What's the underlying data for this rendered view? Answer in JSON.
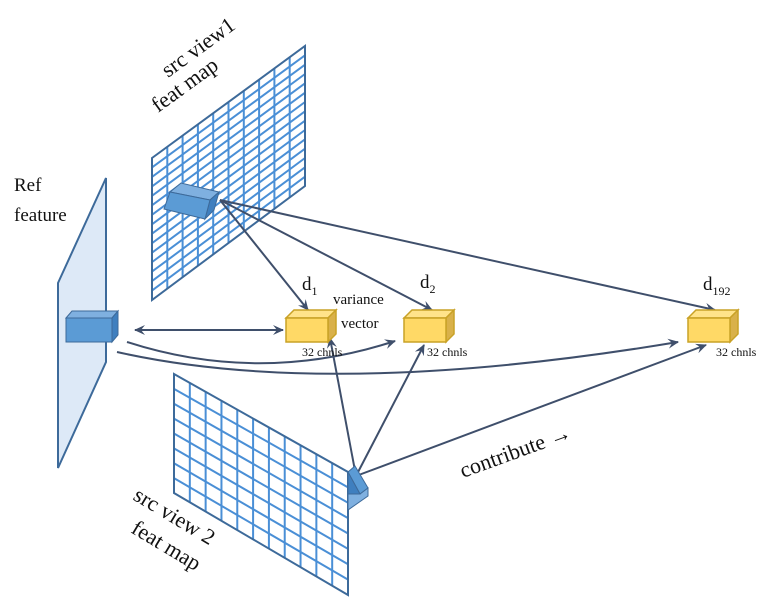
{
  "diagram": {
    "labels": {
      "src_view1_line1": "src view1",
      "src_view1_line2": "feat map",
      "src_view2_line1": "src view 2",
      "src_view2_line2": "feat map",
      "ref_line1": "Ref",
      "ref_line2": "feature",
      "variance_line1": "variance",
      "variance_line2": "vector",
      "contribute": "contribute →"
    },
    "cost_volume_slices": [
      {
        "base": "d",
        "subscript": "1",
        "channels": "32 chnls"
      },
      {
        "base": "d",
        "subscript": "2",
        "channels": "32 chnls"
      },
      {
        "base": "d",
        "subscript": "192",
        "channels": "32 chnls"
      }
    ],
    "colors": {
      "grid_line": "#4a8fd6",
      "grid_border": "#3d6a9a",
      "ref_plane_fill": "#dde9f7",
      "ref_plane_stroke": "#3d6a9a",
      "feature_cube": "#5b9bd5",
      "feature_cube_dark": "#3f7fbf",
      "cost_cube": "#ffd966",
      "cost_cube_stroke": "#c9a227",
      "arrow": "#3f4f6b"
    }
  }
}
